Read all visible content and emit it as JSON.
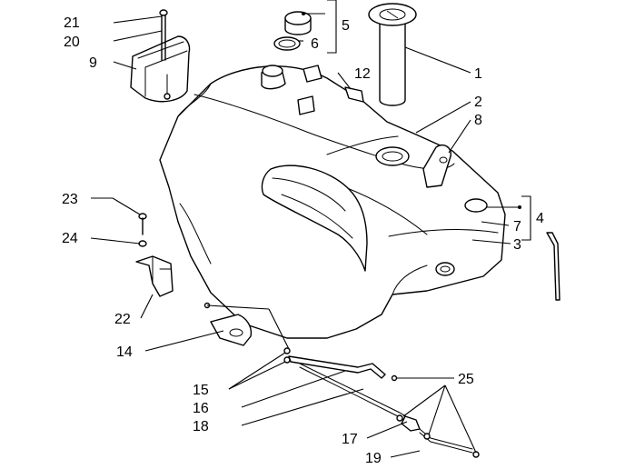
{
  "callouts": {
    "c1": "1",
    "c2": "2",
    "c3": "3",
    "c4": "4",
    "c5": "5",
    "c6": "6",
    "c7": "7",
    "c8": "8",
    "c9": "9",
    "c12": "12",
    "c14": "14",
    "c15": "15",
    "c16": "16",
    "c17": "17",
    "c18": "18",
    "c19": "19",
    "c20": "20",
    "c21": "21",
    "c22": "22",
    "c23": "23",
    "c24": "24",
    "c25": "25"
  },
  "colors": {
    "line": "#000000",
    "background": "#ffffff"
  }
}
